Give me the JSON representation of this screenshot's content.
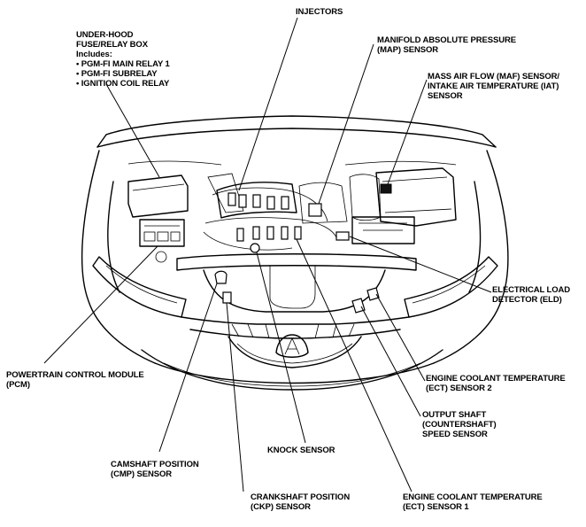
{
  "labels": {
    "fuse_box": [
      "UNDER-HOOD",
      "FUSE/RELAY BOX",
      "Includes:",
      "• PGM-FI MAIN RELAY 1",
      "• PGM-FI SUBRELAY",
      "• IGNITION COIL RELAY"
    ],
    "injectors": [
      "INJECTORS"
    ],
    "map_sensor": [
      "MANIFOLD ABSOLUTE PRESSURE",
      "(MAP) SENSOR"
    ],
    "maf_sensor": [
      "MASS AIR FLOW (MAF) SENSOR/",
      "INTAKE AIR TEMPERATURE (IAT)",
      "SENSOR"
    ],
    "eld": [
      "ELECTRICAL LOAD",
      "DETECTOR (ELD)"
    ],
    "pcm": [
      "POWERTRAIN CONTROL MODULE",
      "(PCM)"
    ],
    "ect2": [
      "ENGINE COOLANT TEMPERATURE",
      "(ECT) SENSOR 2"
    ],
    "output_shaft": [
      "OUTPUT SHAFT",
      "(COUNTERSHAFT)",
      "SPEED SENSOR"
    ],
    "knock": [
      "KNOCK SENSOR"
    ],
    "cmp": [
      "CAMSHAFT POSITION",
      "(CMP) SENSOR"
    ],
    "ckp": [
      "CRANKSHAFT POSITION",
      "(CKP) SENSOR"
    ],
    "ect1": [
      "ENGINE COOLANT TEMPERATURE",
      "(ECT) SENSOR 1"
    ]
  }
}
